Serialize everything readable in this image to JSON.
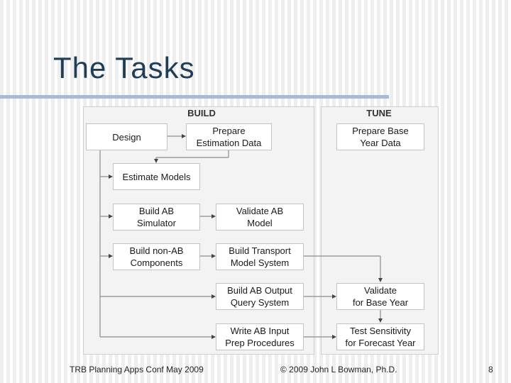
{
  "slide": {
    "title": "The Tasks"
  },
  "diagram": {
    "build_header": "BUILD",
    "tune_header": "TUNE",
    "tasks": {
      "design": "Design",
      "prepare_estimation_data": "Prepare\nEstimation Data",
      "prepare_base_year_data": "Prepare Base\nYear Data",
      "estimate_models": "Estimate Models",
      "build_ab_simulator": "Build AB\nSimulator",
      "validate_ab_model": "Validate AB\nModel",
      "build_non_ab_components": "Build non-AB\nComponents",
      "build_transport_model_system": "Build Transport\nModel System",
      "build_ab_output_query_system": "Build AB Output\nQuery System",
      "validate_for_base_year": "Validate\nfor Base Year",
      "write_ab_input_prep_procedures": "Write AB Input\nPrep Procedures",
      "test_sensitivity_for_forecast_year": "Test Sensitivity\nfor Forecast Year"
    }
  },
  "footer": {
    "left": "TRB Planning Apps Conf May 2009",
    "center": "© 2009 John L Bowman, Ph.D.",
    "page_number": "8"
  }
}
